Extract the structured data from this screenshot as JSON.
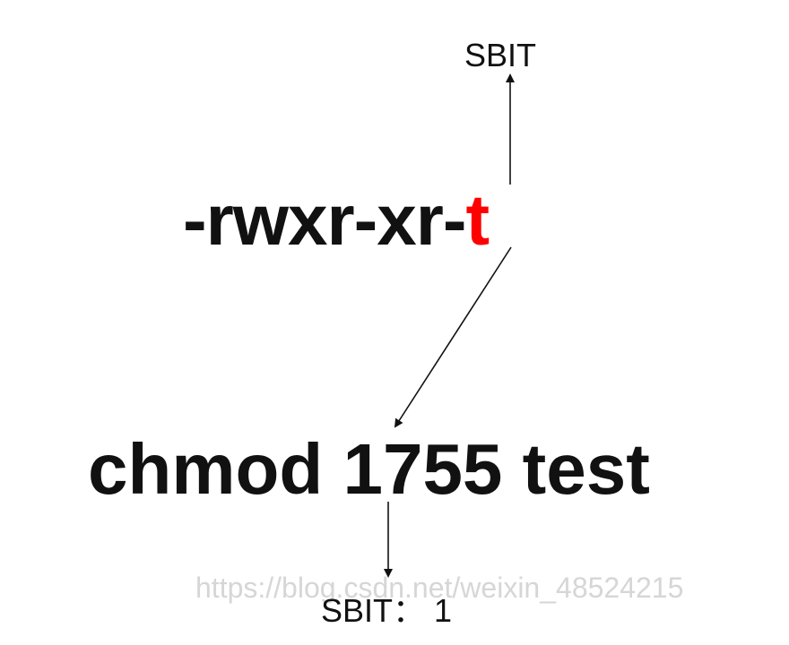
{
  "top_label": "SBIT",
  "permission": {
    "prefix": "-rwxr-xr-",
    "sticky_char": "t"
  },
  "command": "chmod 1755 test",
  "bottom_label": "SBIT： 1",
  "watermark": "https://blog.csdn.net/weixin_48524215",
  "colors": {
    "text": "#111111",
    "highlight": "#ff0000",
    "watermark": "#d6d6d6"
  }
}
